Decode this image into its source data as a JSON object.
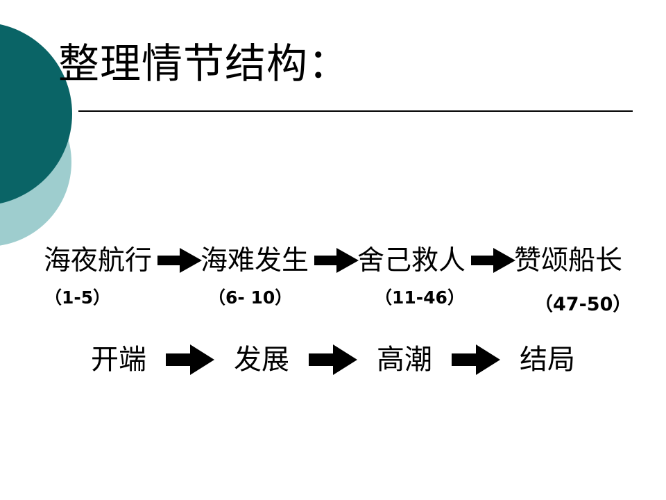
{
  "slide": {
    "title": "整理情节结构：",
    "colors": {
      "deco_dark_teal": "#0a6466",
      "deco_light_teal": "#9ecdce",
      "text": "#000000",
      "background": "#ffffff",
      "rule": "#000000"
    }
  },
  "stages": [
    {
      "label": "海夜航行",
      "range": "（1-5）"
    },
    {
      "label": "海难发生",
      "range": "（6- 10）"
    },
    {
      "label": "舍己救人",
      "range": "（11-46）"
    },
    {
      "label": "赞颂船长",
      "range": "（47-50）"
    }
  ],
  "terms": [
    {
      "label": "开端"
    },
    {
      "label": "发展"
    },
    {
      "label": "高潮"
    },
    {
      "label": "结局"
    }
  ],
  "arrows": {
    "stage_arrow_name": "right-arrow-icon",
    "term_arrow_name": "right-arrow-icon",
    "count_stage_arrows": 3,
    "count_term_arrows": 3
  }
}
